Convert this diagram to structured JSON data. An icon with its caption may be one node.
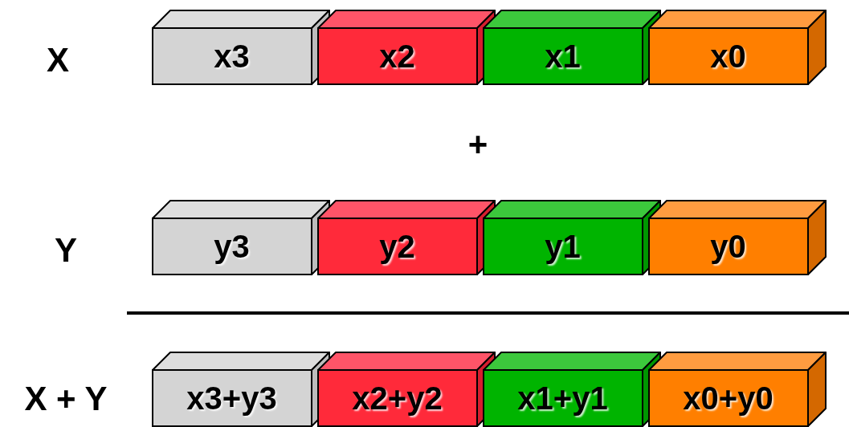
{
  "diagram": {
    "nodes": [
      {
        "text": [
          "x3"
        ]
      },
      {
        "text": [
          "x2"
        ]
      },
      {
        "text": [
          "x1"
        ]
      },
      {
        "text": [
          "x0"
        ]
      },
      {
        "text": [
          "y3"
        ]
      },
      {
        "text": [
          "y2"
        ]
      },
      {
        "text": [
          "y1"
        ]
      },
      {
        "text": [
          "y0"
        ]
      },
      {
        "text": [
          "x3+y3"
        ]
      },
      {
        "text": [
          "x2+y2"
        ]
      },
      {
        "text": [
          "x1+y1"
        ]
      },
      {
        "text": [
          "x0+y0"
        ]
      }
    ],
    "edges": [],
    "labels": [
      "X",
      "+",
      "Y",
      "X + Y"
    ]
  }
}
